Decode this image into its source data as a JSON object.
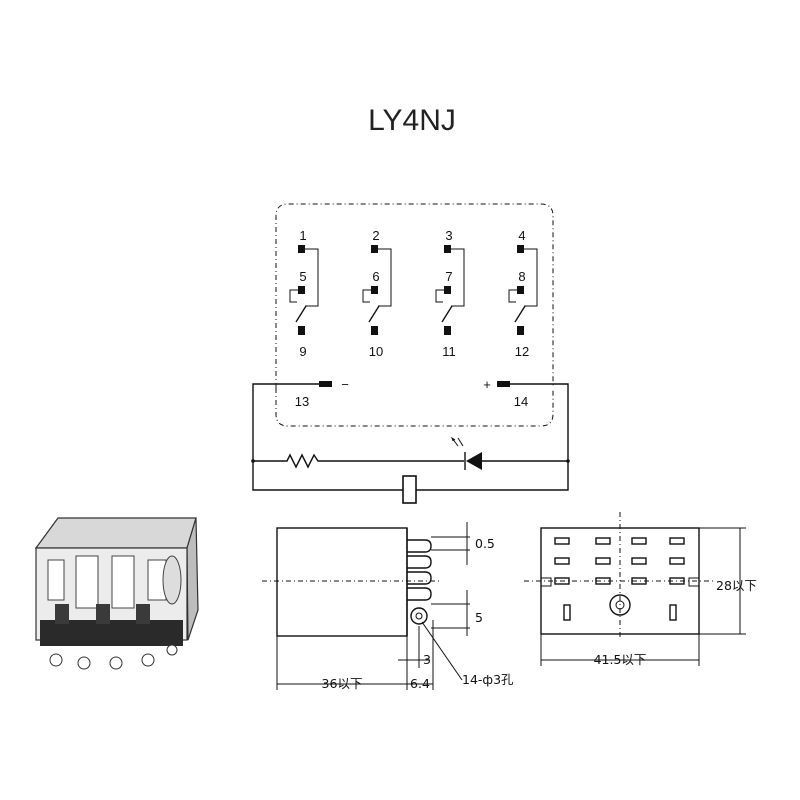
{
  "title": "LY4NJ",
  "contacts": [
    {
      "common": "1",
      "nc": "5",
      "no": "9"
    },
    {
      "common": "2",
      "nc": "6",
      "no": "10"
    },
    {
      "common": "3",
      "nc": "7",
      "no": "11"
    },
    {
      "common": "4",
      "nc": "8",
      "no": "12"
    }
  ],
  "coil": {
    "neg_terminal": "13",
    "pos_terminal": "14",
    "neg_sign": "−",
    "pos_sign": "+"
  },
  "dimensions": {
    "pin_thickness": "0.5",
    "pin_pitch": "5",
    "pin_offset": "3",
    "body_depth": "36以下",
    "pin_length": "6.4",
    "hole_spec": "14-ф3孔",
    "body_width": "41.5以下",
    "body_height": "28以下"
  }
}
